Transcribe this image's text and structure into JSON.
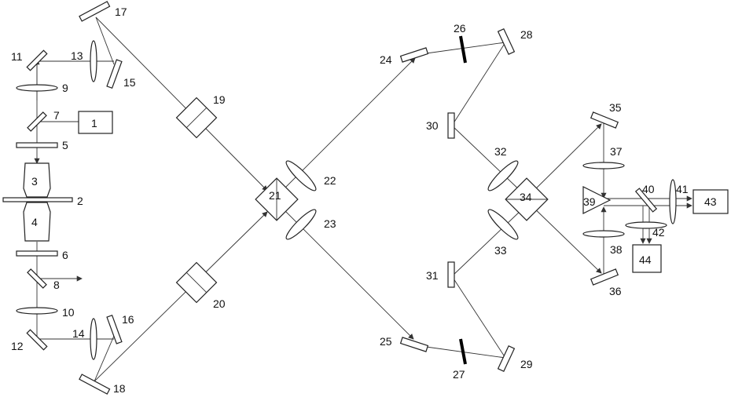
{
  "labels": {
    "l1": "1",
    "l2": "2",
    "l3": "3",
    "l4": "4",
    "l5": "5",
    "l6": "6",
    "l7": "7",
    "l8": "8",
    "l9": "9",
    "l10": "10",
    "l11": "11",
    "l12": "12",
    "l13": "13",
    "l14": "14",
    "l15": "15",
    "l16": "16",
    "l17": "17",
    "l18": "18",
    "l19": "19",
    "l20": "20",
    "l21": "21",
    "l22": "22",
    "l23": "23",
    "l24": "24",
    "l25": "25",
    "l26": "26",
    "l27": "27",
    "l28": "28",
    "l29": "29",
    "l30": "30",
    "l31": "31",
    "l32": "32",
    "l33": "33",
    "l34": "34",
    "l35": "35",
    "l36": "36",
    "l37": "37",
    "l38": "38",
    "l39": "39",
    "l40": "40",
    "l41": "41",
    "l42": "42",
    "l43": "43",
    "l44": "44"
  },
  "colors": {
    "line": "#333333",
    "background": "#ffffff"
  }
}
